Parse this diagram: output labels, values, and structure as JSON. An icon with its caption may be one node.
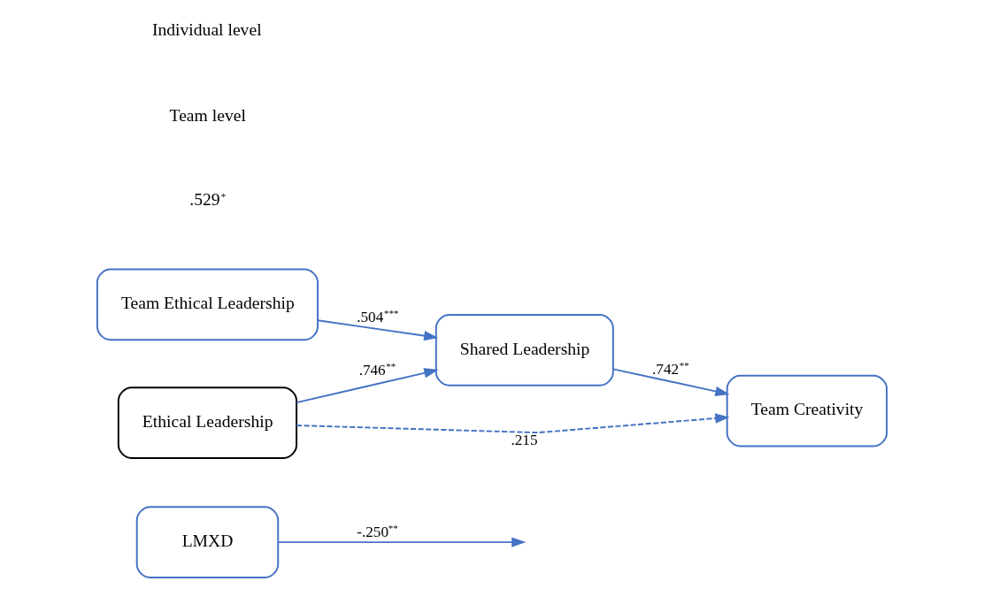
{
  "diagram": {
    "nodes": [
      {
        "text": [
          "LMXD"
        ]
      },
      {
        "text": [
          "Team Ethical Leadership"
        ]
      },
      {
        "text": [
          "Shared Leadership"
        ]
      },
      {
        "text": [
          "Team Creativity"
        ]
      },
      {
        "text": [
          "Ethical Leadership"
        ]
      }
    ],
    "edges": [
      {
        "from": 0,
        "to": null,
        "arrow": "to",
        "label": "-.250$^{**}$"
      },
      {
        "from": 1,
        "to": 2,
        "arrow": "to",
        "label": ".504$^{***}$"
      },
      {
        "from": 2,
        "to": 3,
        "arrow": "to",
        "label": ".742$^{**}$"
      },
      {
        "from": 4,
        "to": 2,
        "arrow": "to",
        "label": ".746$^{**}$"
      },
      {
        "from": 4,
        "to": 3,
        "arrow": "to",
        "label": ".215",
        "style": "dashed"
      }
    ],
    "labels": [
      ".529$^{*}$",
      "Team level",
      "Individual level"
    ]
  }
}
